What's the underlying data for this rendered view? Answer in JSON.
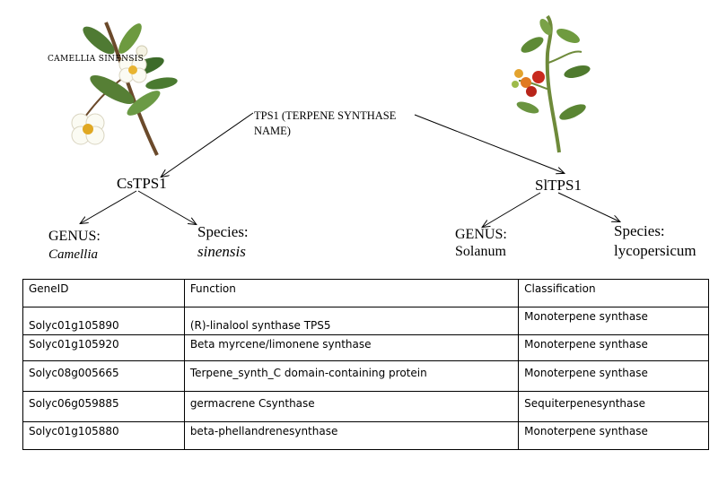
{
  "diagram": {
    "root_label": "TPS1 (TERPENE SYNTHASE NAME)",
    "image_caption": "CAMELLIA SINENSIS",
    "left_node": {
      "name": "CsTPS1",
      "genus_label": "GENUS:",
      "genus_value": "Camellia",
      "species_label": "Species:",
      "species_value": "sinensis"
    },
    "right_node": {
      "name": "SlTPS1",
      "genus_label": "GENUS:",
      "genus_value": "Solanum",
      "species_label": "Species:",
      "species_value": "lycopersicum"
    }
  },
  "table": {
    "headers": [
      "GeneID",
      "Function",
      "Classification"
    ],
    "rows": [
      [
        "Solyc01g105890",
        "(R)-linalool synthase TPS5",
        "Monoterpene synthase"
      ],
      [
        "Solyc01g105920",
        "Beta myrcene/limonene synthase",
        "Monoterpene synthase"
      ],
      [
        "Solyc08g005665",
        "Terpene_synth_C domain-containing protein",
        "Monoterpene synthase"
      ],
      [
        "Solyc06g059885",
        "germacrene Csynthase",
        "Sequiterpenesynthase"
      ],
      [
        "Solyc01g105880",
        "beta-phellandrenesynthase",
        "Monoterpene synthase"
      ]
    ]
  }
}
